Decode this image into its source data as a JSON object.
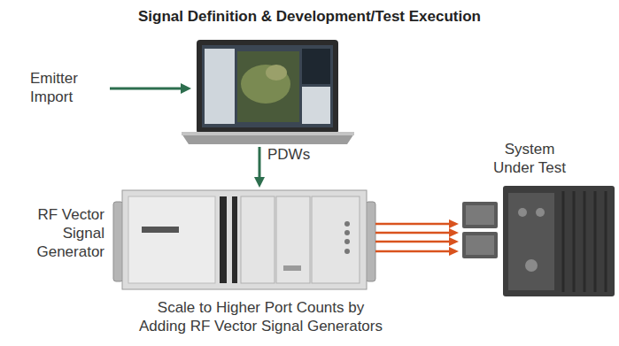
{
  "diagram": {
    "title": "Signal Definition & Development/Test Execution",
    "nodes": [
      {
        "text": [
          "RF Vector Signal Generator"
        ]
      },
      {
        "text": [
          "System Under Test"
        ]
      }
    ],
    "edges": [
      {
        "from": 0,
        "to": 1,
        "arrow": "to"
      }
    ],
    "labels": [
      "Emitter Import",
      "PDWs",
      "Scale to Higher Port Counts by Adding RF Vector Signal Generators"
    ]
  }
}
